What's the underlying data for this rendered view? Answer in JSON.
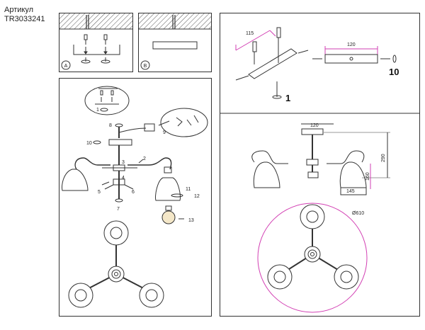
{
  "header": {
    "line1": "Артикул",
    "line2": "TR3033241"
  },
  "mount_variants": {
    "a": "A",
    "b": "B"
  },
  "assembly": {
    "callouts": [
      "1",
      "2",
      "3",
      "4",
      "5",
      "6",
      "7",
      "8",
      "9",
      "10",
      "11",
      "12",
      "13"
    ]
  },
  "bracket_view": {
    "dim_115": "115",
    "dim_120": "120",
    "ref_1": "1",
    "ref_10": "10"
  },
  "dimension_view": {
    "width": "120",
    "height": "290",
    "shade_h": "160",
    "shade_w": "145",
    "diameter": "Ø610"
  },
  "colors": {
    "accent": "#d23fb3",
    "line": "#333333",
    "hatch": "#555555"
  }
}
